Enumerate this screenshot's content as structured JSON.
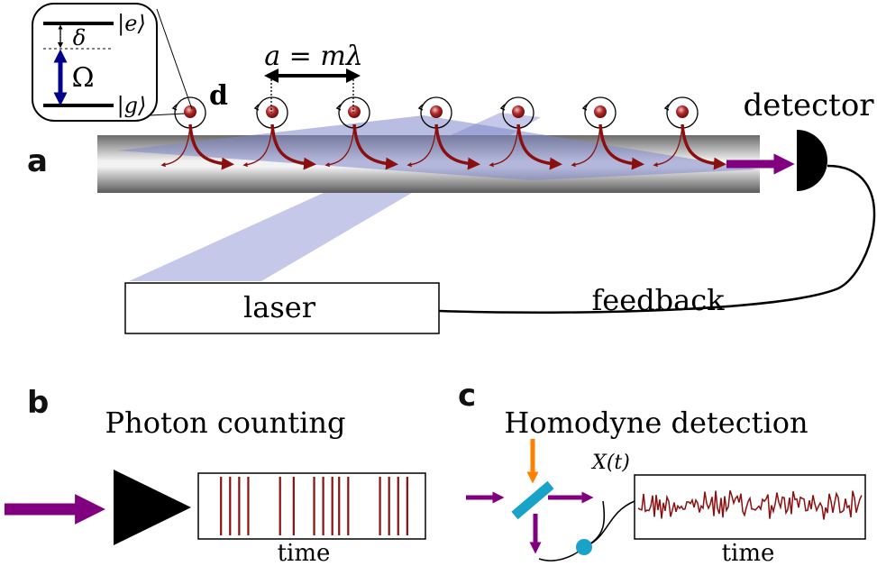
{
  "panel_a": {
    "letter": "a",
    "level_e": "|e⟩",
    "level_g": "|g⟩",
    "detuning": "δ",
    "rabi": "Ω",
    "dipole": "d",
    "spacing": "a = mλ",
    "detector": "detector",
    "laser": "laser",
    "feedback": "feedback",
    "atom_count": 7
  },
  "panel_b": {
    "letter": "b",
    "title": "Photon counting",
    "axis_label": "time",
    "click_times": [
      0.1,
      0.14,
      0.18,
      0.22,
      0.36,
      0.42,
      0.51,
      0.55,
      0.59,
      0.62,
      0.66,
      0.8,
      0.84,
      0.88,
      0.92
    ]
  },
  "panel_c": {
    "letter": "c",
    "title": "Homodyne detection",
    "signal_label": "X(t)",
    "axis_label": "time"
  },
  "colors": {
    "photon_arrow": "#800080",
    "atom": "#9b1b1b",
    "emission": "#8b0f0f",
    "laser_beam": "#9ea3d9",
    "rabi_arrow": "#00008b",
    "local_oscillator": "#ff7f00",
    "beam_splitter": "#1aa3c8"
  }
}
